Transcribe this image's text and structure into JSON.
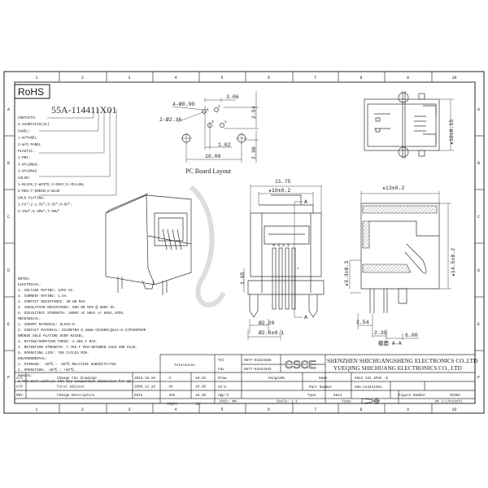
{
  "ruler": {
    "cols": [
      "1",
      "2",
      "3",
      "4",
      "5",
      "6",
      "7",
      "8",
      "9",
      "10"
    ],
    "rows": [
      "A",
      "B",
      "C",
      "D",
      "E",
      "F"
    ]
  },
  "rohs": "RoHS",
  "part_code": {
    "code": "55A-114411X01",
    "lines": [
      "CONTACTS:",
      "4-4CONTACTS(4C)",
      "PANEL:",
      "1-W/PANEL",
      "2-W/O PANEL",
      "PLASTIC:",
      "1-PBT;",
      "2-NYLON66;",
      "3-NYLON46",
      "COLOR:",
      "1-BLACK;2-WHITE;3-GRAY;5-YELLOW;",
      "6-RED;7-GREEN;8-BLUE",
      "GOLD PLATING:",
      "1-FU\";2-1.5U\";3-3U\";4-6U\";",
      "5-15U\";6-30U\";7-50U\""
    ]
  },
  "pcb": {
    "title": "PC Board Layout",
    "d1": "4-Ø0.90",
    "d2": "2-Ø2.36",
    "d3": "3.06",
    "d4": "2.54",
    "d5": "1.02",
    "d6": "10.00",
    "d7": "2.30",
    "pins": [
      "4",
      "2",
      "3",
      "1"
    ]
  },
  "front": {
    "w1": "11.75",
    "w2": "★10±0.2",
    "sec": "A",
    "pins": "4 3 2 1",
    "h": "1.65",
    "d1": "Ø2.20",
    "d2": "Ø2.6±0.1"
  },
  "side": {
    "w": "★13±0.2",
    "h1": "★14.5±0.2",
    "h2": "★3.3±0.3",
    "b1": "2.54",
    "b2": "2.30",
    "b3": "6.00",
    "caption": "截面  A-A"
  },
  "top_view": {
    "h": "★10±0.15"
  },
  "notes": [
    "NOTES:",
    "ELECTRICAL:",
    "1. VOLTAGE RATING: 125V AC.",
    "2. CURRENT RATING: 1.5A.",
    "3. CONTACT RESISTANCE: 30 mΩ MAX.",
    "4. INSULATION RESISTANCE: 500 MΩ MIN @ 500V DC.",
    "5. DIELECTRIC STRENGTH: 1000V AC 50Hz or 60Hz,1MIN.",
    "MECHANICAL:",
    "1. INSERT MATERIAL: UL94V-0.",
    "2. CONTACT MATERIAL: DIAMETER 0.46mm C51000(QSn4-0.3)PHOSPHOR",
    "                    BRONZE GOLD PLATING OVER NICKEL.",
    "3. MATING/UNMATING FORCE: 2.2KG.F MAX.",
    "4. RETENTION STRENGTH: 7.7KG.F MIN BETWEEN JACK AND PLUG.",
    "5. OPERATING LIFE: 750 CYCLES MIN.",
    "ENVIRONMENTAL:",
    "1. STORAGE: -40℃ — -85℃ RELATIVE HUMIDITY<70%",
    "2. OPERATION: -40℃ — +85℃.",
    "Remark:",
    "1.The mark with★is the key inspection dimension for QC"
  ],
  "revisions": [
    {
      "rev": "A/1",
      "desc": "Change the drawings",
      "date": "2016.10.10"
    },
    {
      "rev": "A/0",
      "desc": "First edition",
      "date": "2008.12.19"
    },
    {
      "rev": "REV",
      "desc": "Change Description",
      "date": "Date"
    }
  ],
  "tolerances": {
    "title": "Tolerances",
    "rows": [
      [
        ".X",
        "±0.25"
      ],
      [
        ".XX",
        "±0.20"
      ],
      [
        ".XXX",
        "±0.10"
      ],
      [
        "Angle",
        "±1°"
      ]
    ]
  },
  "title_block": {
    "tel_label": "Tel",
    "tel": "0577-61523488",
    "fax_label": "Fax",
    "fax": "0577-61523483",
    "logo": "CSCE",
    "company1": "SHENZHEN SHICHUANGSHENG ELECTRONICS CO.,LTD",
    "company2": "YUEQING SHICHUANG ELECTRONICS CO., LTD",
    "draw_label": "Draw",
    "draw": "HongXiMu",
    "chk_label": "Ch'k",
    "app_label": "App'd",
    "name_label": "Name",
    "name": "5521 1X1 4P4C -E",
    "pn_label": "Part Number",
    "pn": "55A-114411X01",
    "type_label": "Type",
    "type": "5521",
    "fig_label": "Figure Number",
    "fig": "SC502",
    "unit": "Unit: mm",
    "scale": "Scale: 1:1",
    "view": "View:",
    "sheet": "Wt 1:(Attach)"
  }
}
